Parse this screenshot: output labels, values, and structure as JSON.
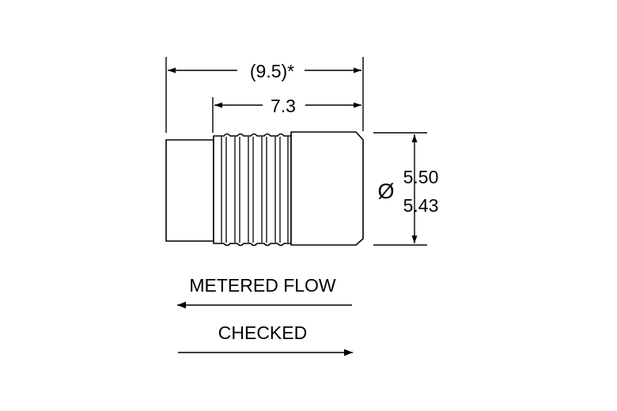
{
  "dimensions": {
    "overall_length": "(9.5)*",
    "body_length": "7.3",
    "diameter_symbol": "Ø",
    "diameter_max": "5.50",
    "diameter_min": "5.43"
  },
  "flow": {
    "metered_label": "METERED FLOW",
    "checked_label": "CHECKED"
  }
}
